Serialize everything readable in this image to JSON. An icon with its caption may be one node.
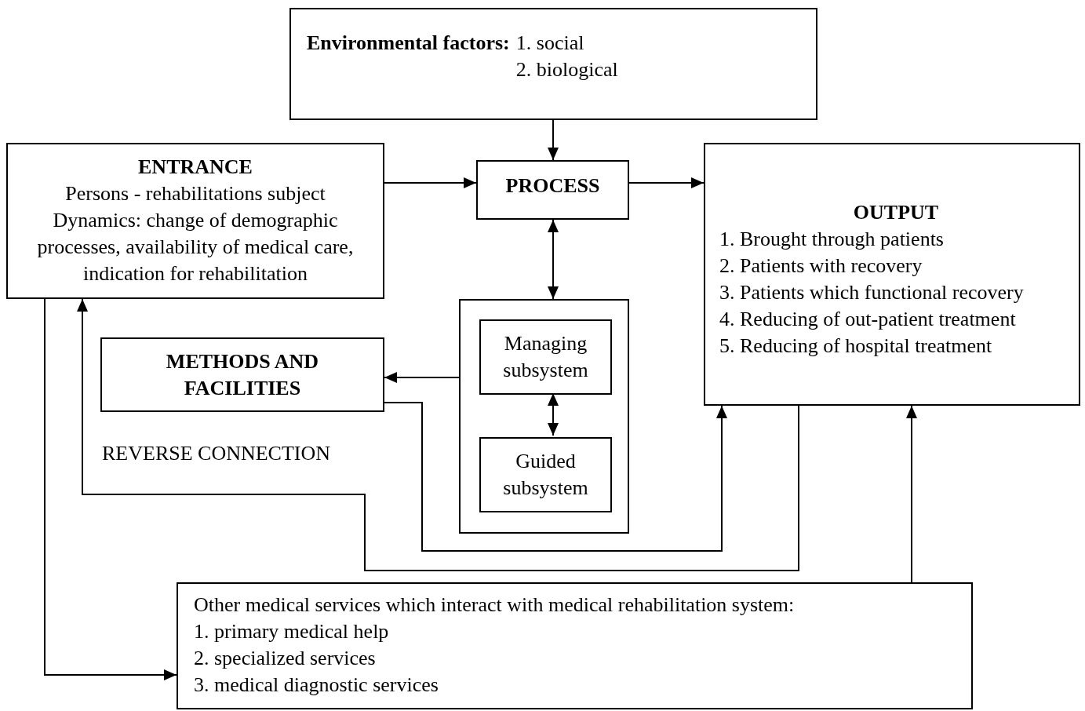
{
  "diagram": {
    "nodes": [
      {
        "text": [
          "Environmental factors:",
          "1. social 2. biological"
        ]
      },
      {
        "text": [
          "ENTRANCE",
          "Persons - rehabilitations subject",
          "Dynamics: change of demographic processes, availability of medical care, indication for rehabilitation"
        ]
      },
      {
        "text": [
          "PROCESS"
        ]
      },
      {
        "text": [
          "OUTPUT",
          "1. Brought through patients 2. Patients with recovery 3. Patients which functional recovery 4. Reducing of out-patient treatment 5. Reducing of hospital treatment"
        ]
      },
      {
        "text": [
          "METHODS AND FACILITIES"
        ]
      },
      {
        "text": [],
        "shape": "box"
      },
      {
        "text": [
          "Managing subsystem"
        ],
        "in": 5
      },
      {
        "text": [
          "Guided subsystem"
        ],
        "in": 5
      },
      {
        "text": [
          "Other medical services which interact with medical rehabilitation system:",
          "1. primary medical help 2. specialized services 3. medical diagnostic services"
        ]
      }
    ],
    "edges": [
      {
        "from": 0,
        "to": 2,
        "arrow": "to"
      },
      {
        "from": 1,
        "to": 2,
        "arrow": "to"
      },
      {
        "from": 2,
        "to": 3,
        "arrow": "to"
      },
      {
        "from": 2,
        "to": 5,
        "arrow": "both"
      },
      {
        "from": 5,
        "to": 4,
        "arrow": "to"
      },
      {
        "from": 6,
        "to": 7,
        "arrow": "both"
      },
      {
        "from": 4,
        "to": 3,
        "arrow": "to"
      },
      {
        "from": 3,
        "to": 1,
        "arrow": "to"
      },
      {
        "from": 1,
        "to": 8,
        "arrow": "to"
      },
      {
        "from": 8,
        "to": 3,
        "arrow": "to"
      }
    ],
    "labels": [
      "REVERSE CONNECTION"
    ]
  }
}
